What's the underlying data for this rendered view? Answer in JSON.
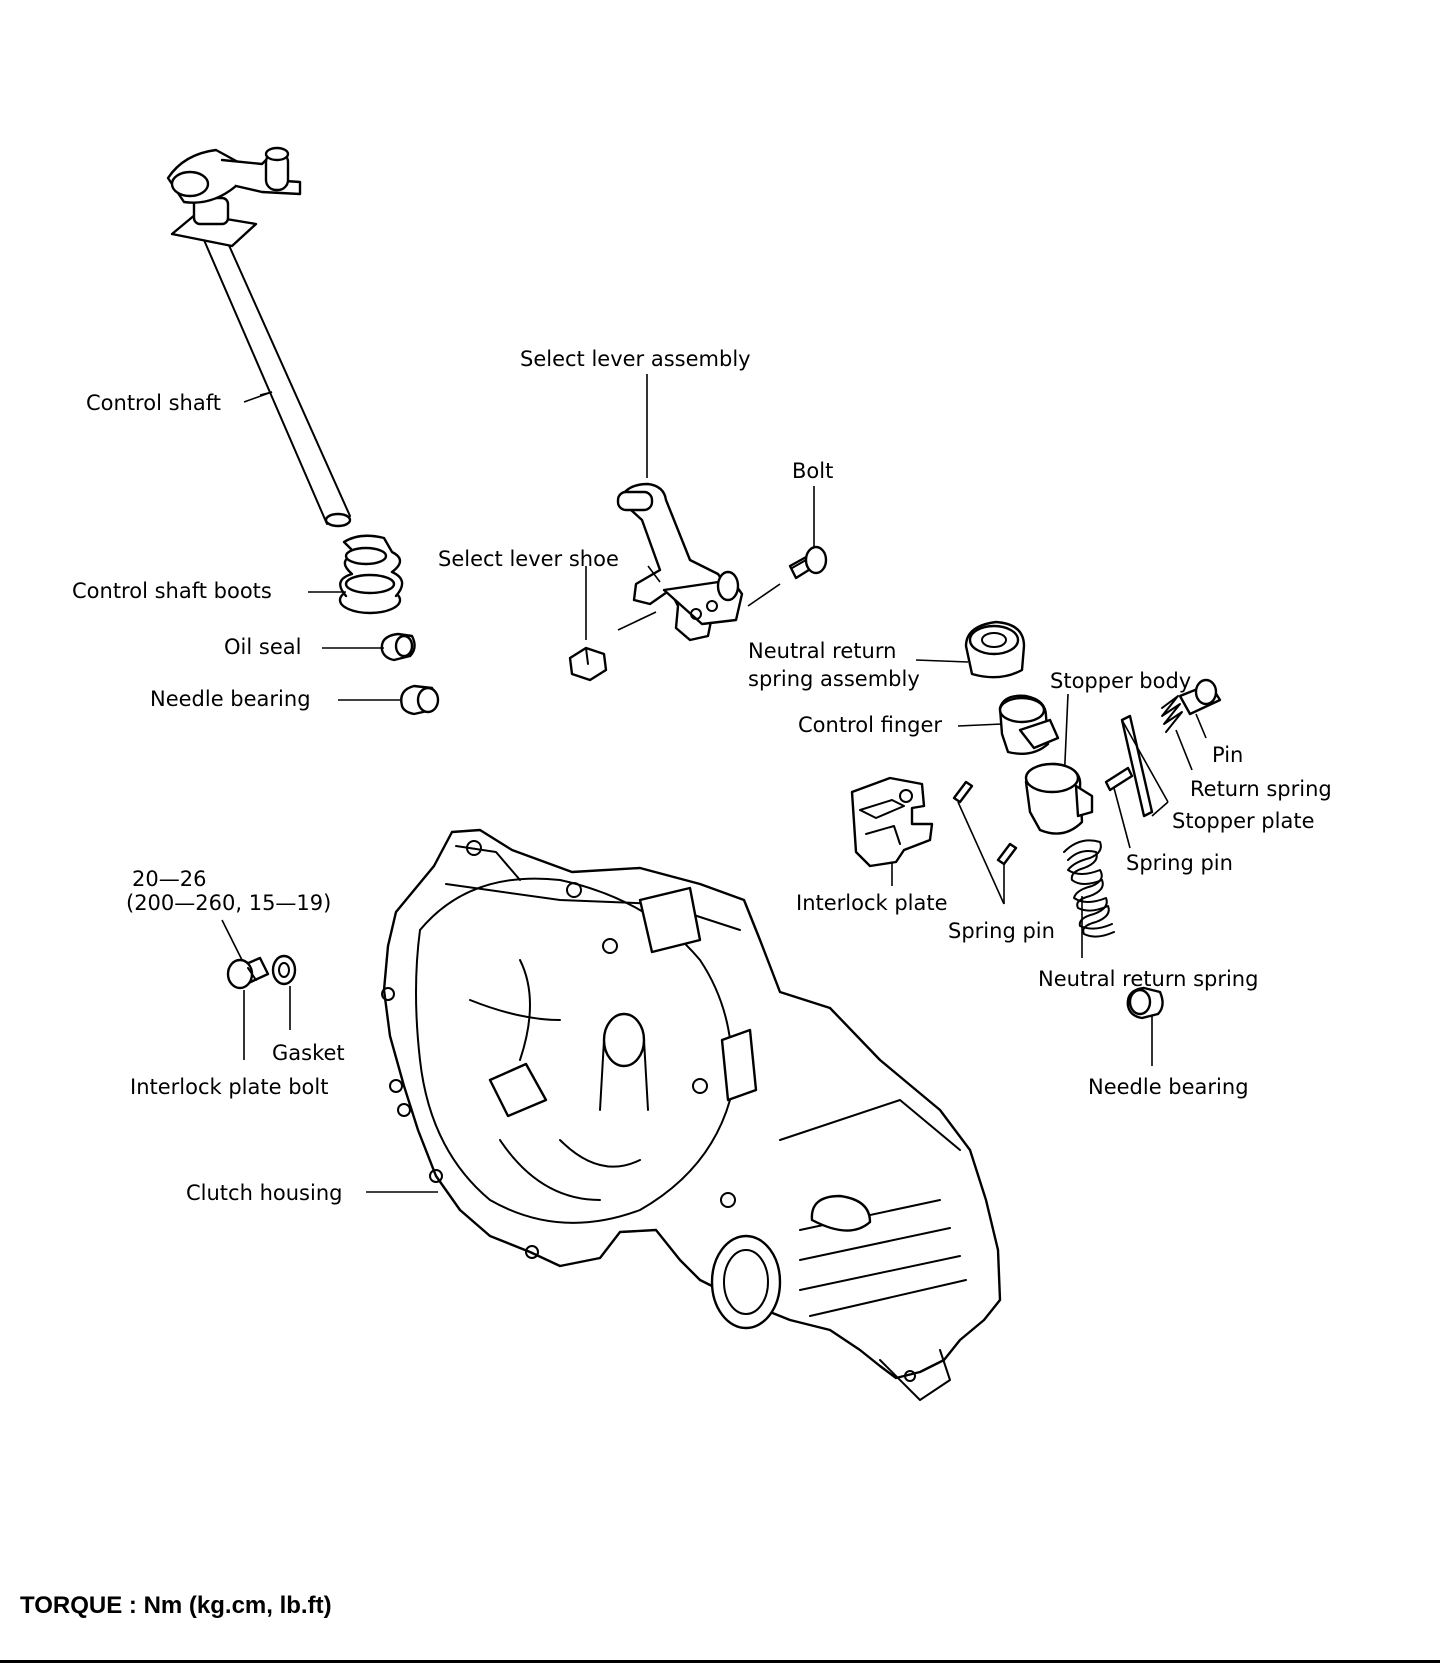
{
  "labels": {
    "control_shaft": "Control shaft",
    "control_shaft_boots": "Control shaft boots",
    "oil_seal": "Oil seal",
    "needle_bearing_left": "Needle bearing",
    "select_lever_assembly": "Select lever assembly",
    "bolt": "Bolt",
    "select_lever_shoe": "Select lever shoe",
    "neutral_return_spring_assembly_1": "Neutral return",
    "neutral_return_spring_assembly_2": "spring assembly",
    "stopper_body": "Stopper body",
    "pin": "Pin",
    "control_finger": "Control finger",
    "return_spring": "Return spring",
    "stopper_plate": "Stopper plate",
    "spring_pin_right": "Spring pin",
    "interlock_plate": "Interlock plate",
    "spring_pin_center": "Spring pin",
    "neutral_return_spring": "Neutral return spring",
    "needle_bearing_right": "Needle bearing",
    "torque_line1": "20—26",
    "torque_line2": "(200—260, 15—19)",
    "gasket": "Gasket",
    "interlock_plate_bolt": "Interlock plate bolt",
    "clutch_housing": "Clutch housing"
  },
  "footer": {
    "torque_note": "TORQUE : Nm (kg.cm, lb.ft)"
  }
}
